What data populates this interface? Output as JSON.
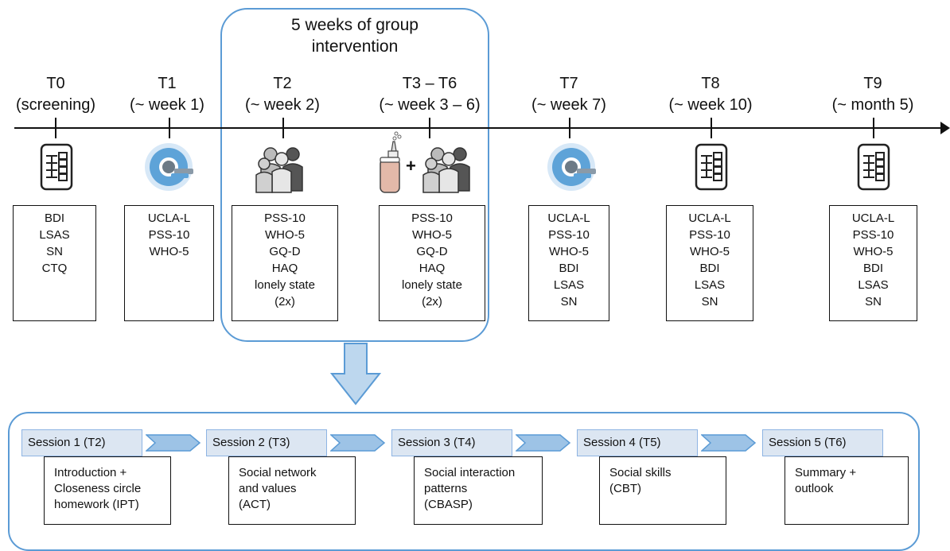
{
  "group_intervention": {
    "title_line1": "5 weeks of group",
    "title_line2": "intervention"
  },
  "timepoints": [
    {
      "id": "T0",
      "sub": "(screening)",
      "icon": "questionnaire-icon",
      "measures": [
        "BDI",
        "LSAS",
        "SN",
        "CTQ"
      ]
    },
    {
      "id": "T1",
      "sub": "(~ week 1)",
      "icon": "mri-scanner-icon",
      "measures": [
        "UCLA-L",
        "PSS-10",
        "WHO-5"
      ]
    },
    {
      "id": "T2",
      "sub": "(~ week 2)",
      "icon": "group-people-icon",
      "measures": [
        "PSS-10",
        "WHO-5",
        "GQ-D",
        "HAQ",
        "lonely state",
        "(2x)"
      ]
    },
    {
      "id": "T3 – T6",
      "sub": "(~ week 3 – 6)",
      "icon": "nasal-spray-plus-group-icon",
      "measures": [
        "PSS-10",
        "WHO-5",
        "GQ-D",
        "HAQ",
        "lonely state",
        "(2x)"
      ]
    },
    {
      "id": "T7",
      "sub": "(~ week 7)",
      "icon": "mri-scanner-icon",
      "measures": [
        "UCLA-L",
        "PSS-10",
        "WHO-5",
        "BDI",
        "LSAS",
        "SN"
      ]
    },
    {
      "id": "T8",
      "sub": "(~ week 10)",
      "icon": "questionnaire-icon",
      "measures": [
        "UCLA-L",
        "PSS-10",
        "WHO-5",
        "BDI",
        "LSAS",
        "SN"
      ]
    },
    {
      "id": "T9",
      "sub": "(~ month 5)",
      "icon": "questionnaire-icon",
      "measures": [
        "UCLA-L",
        "PSS-10",
        "WHO-5",
        "BDI",
        "LSAS",
        "SN"
      ]
    }
  ],
  "sessions": [
    {
      "label": "Session 1 (T2)",
      "content": [
        "Introduction +",
        "Closeness circle",
        "homework (IPT)"
      ]
    },
    {
      "label": "Session 2 (T3)",
      "content": [
        "Social network",
        "and values",
        "(ACT)"
      ]
    },
    {
      "label": "Session 3 (T4)",
      "content": [
        "Social interaction",
        "patterns",
        "(CBASP)"
      ]
    },
    {
      "label": "Session 4 (T5)",
      "content": [
        "Social skills",
        "(CBT)"
      ]
    },
    {
      "label": "Session 5 (T6)",
      "content": [
        "Summary +",
        "outlook"
      ]
    }
  ],
  "colors": {
    "accent_blue": "#5b9bd5",
    "session_tab_fill": "#dce6f2",
    "chevron_fill": "#9dc3e6",
    "down_arrow_fill": "#bdd7ee"
  }
}
